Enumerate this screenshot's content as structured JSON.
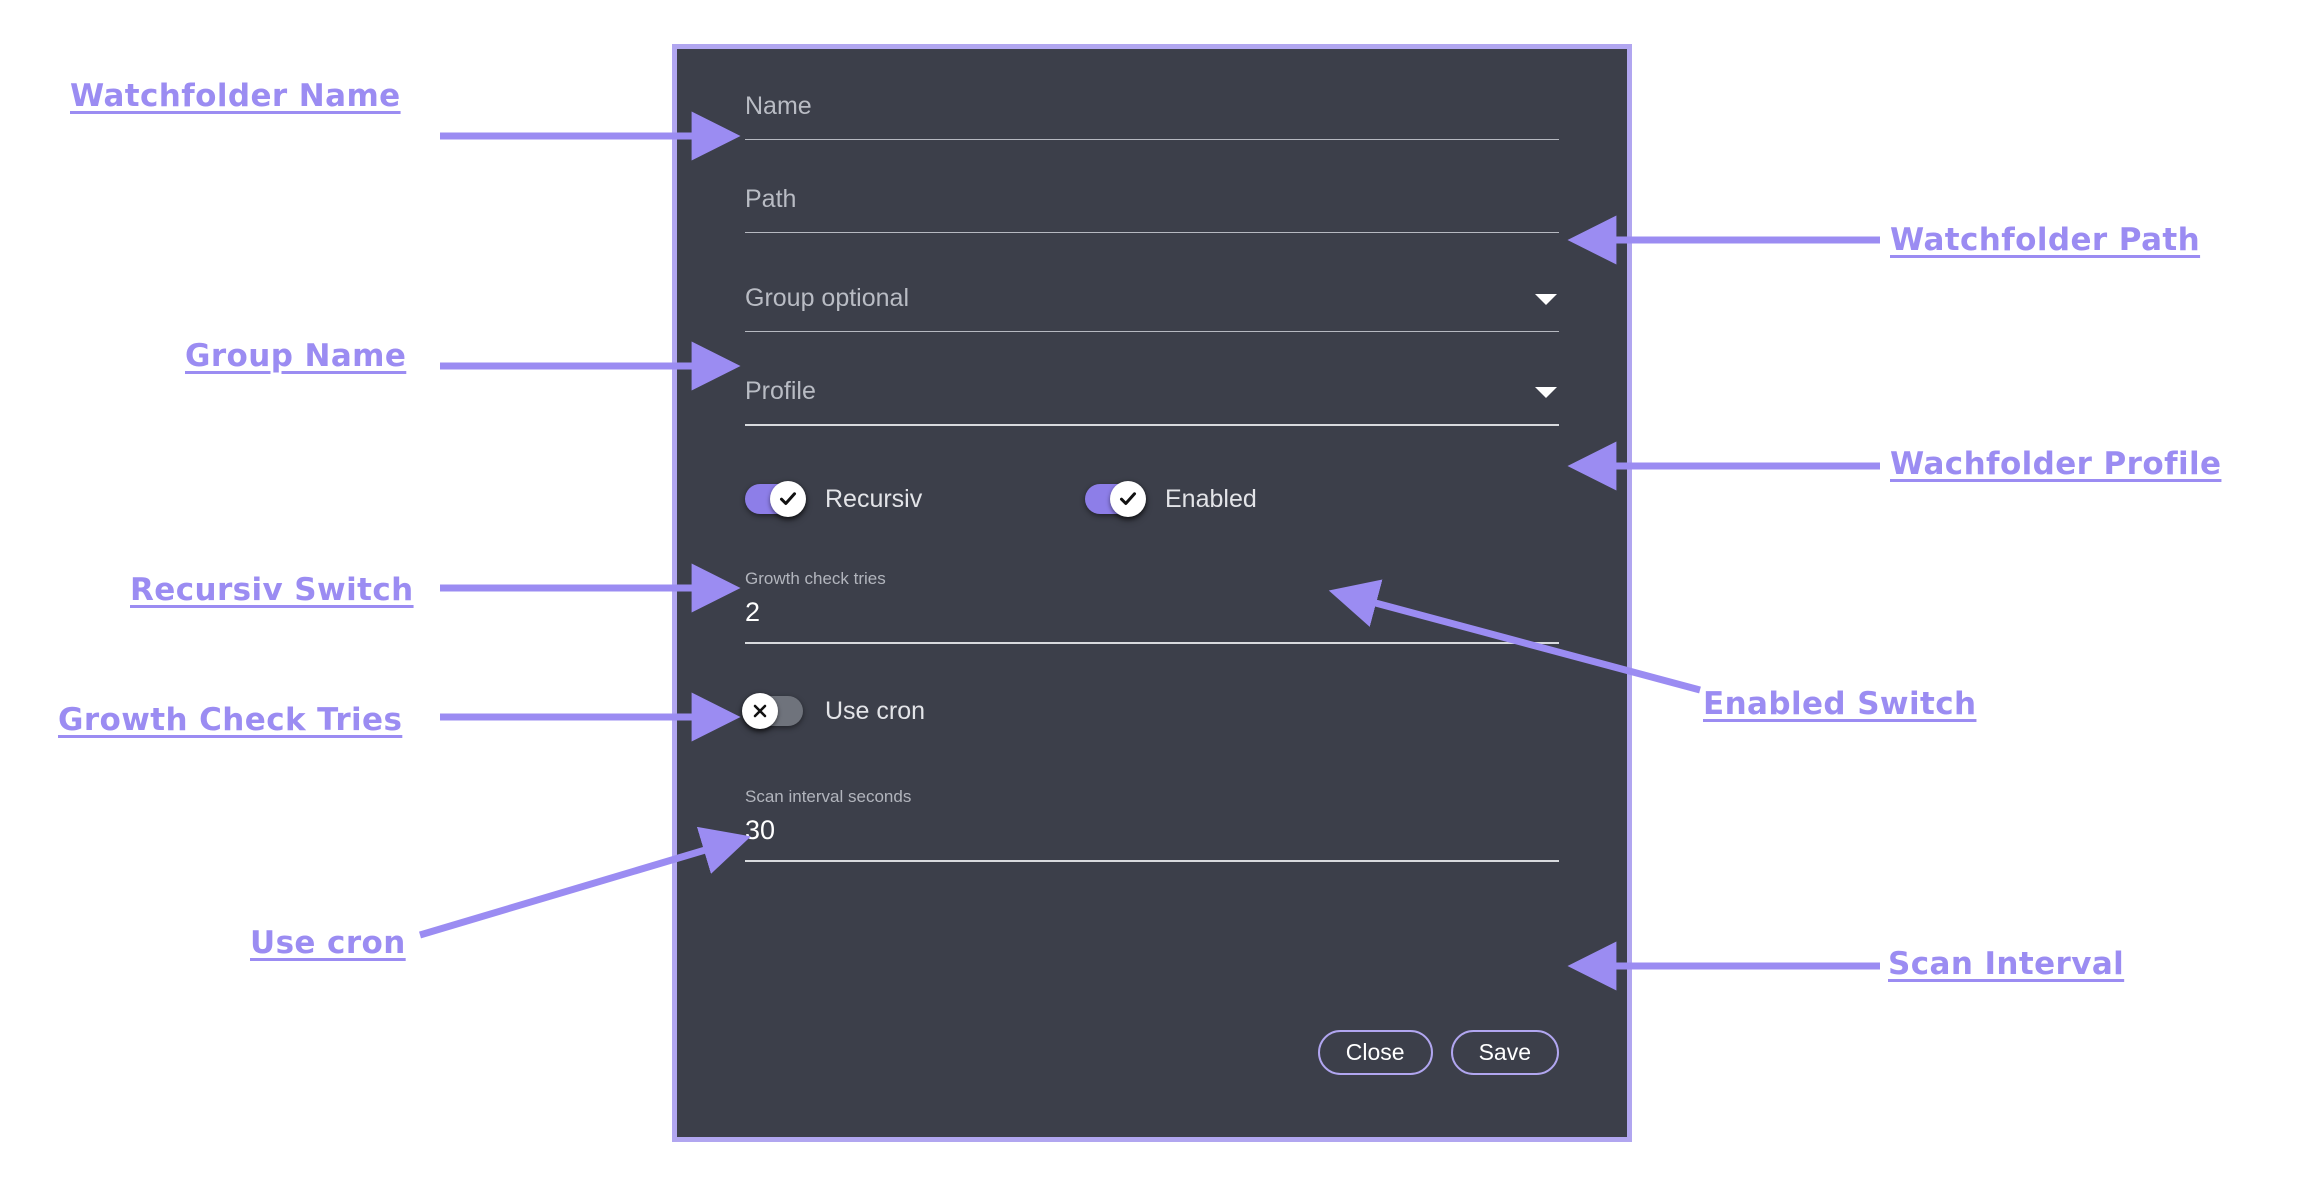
{
  "colors": {
    "accent": "#9b8cf2",
    "dialog_border": "#b1a6f0",
    "dialog_bg": "#3c3f4a",
    "page_bg": "#ffffff",
    "switch_on": "#8d7ee8",
    "switch_off": "#6f737c"
  },
  "dialog": {
    "fields": {
      "name": {
        "placeholder": "Name",
        "value": ""
      },
      "path": {
        "placeholder": "Path",
        "value": ""
      },
      "group": {
        "placeholder": "Group optional",
        "value": ""
      },
      "profile": {
        "placeholder": "Profile",
        "value": ""
      },
      "growth_check_tries": {
        "label": "Growth check tries",
        "value": "2"
      },
      "scan_interval_seconds": {
        "label": "Scan interval seconds",
        "value": "30"
      }
    },
    "switches": {
      "recursiv": {
        "label": "Recursiv",
        "state": "on",
        "glyph": "check"
      },
      "enabled": {
        "label": "Enabled",
        "state": "on",
        "glyph": "check"
      },
      "use_cron": {
        "label": "Use cron",
        "state": "off",
        "glyph": "cross"
      }
    },
    "buttons": {
      "close": "Close",
      "save": "Save"
    }
  },
  "annotations": [
    {
      "id": "watchfolder-name",
      "text": "Watchfolder Name",
      "side": "left"
    },
    {
      "id": "watchfolder-path",
      "text": "Watchfolder Path",
      "side": "right"
    },
    {
      "id": "group-name",
      "text": "Group Name",
      "side": "left"
    },
    {
      "id": "watchfolder-profile",
      "text": "Wachfolder Profile",
      "side": "right"
    },
    {
      "id": "recursiv-switch",
      "text": "Recursiv Switch",
      "side": "left"
    },
    {
      "id": "enabled-switch",
      "text": "Enabled Switch",
      "side": "right"
    },
    {
      "id": "growth-check-tries",
      "text": "Growth Check Tries",
      "side": "left"
    },
    {
      "id": "use-cron",
      "text": "Use cron",
      "side": "left"
    },
    {
      "id": "scan-interval",
      "text": "Scan Interval",
      "side": "right"
    }
  ]
}
